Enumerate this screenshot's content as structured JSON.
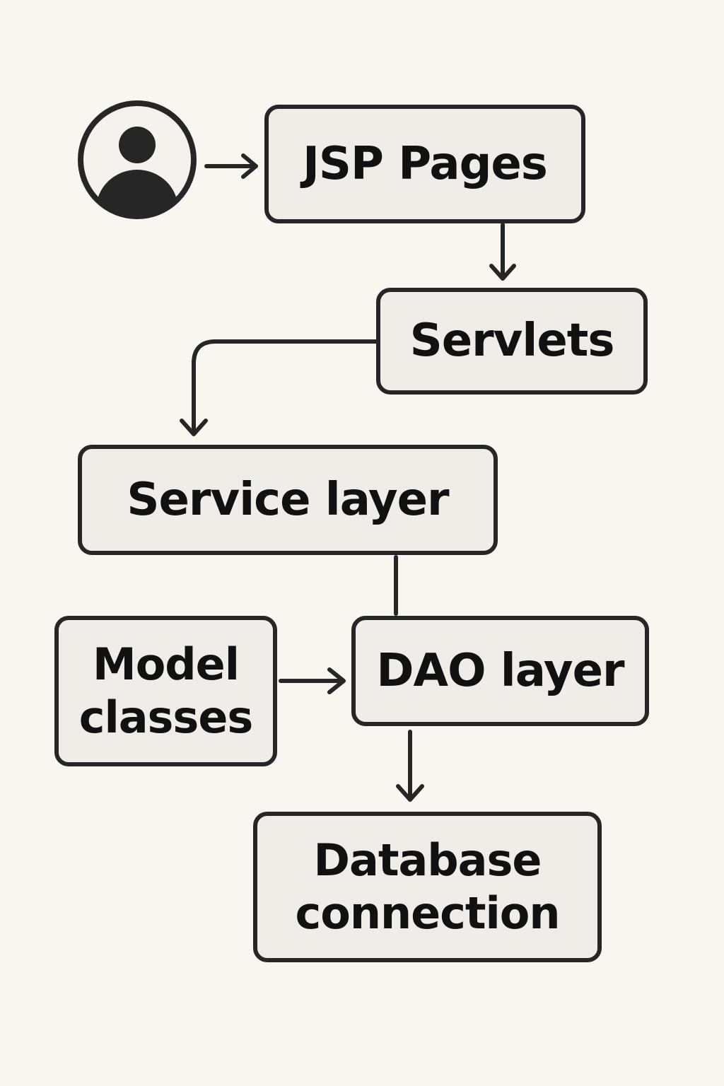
{
  "diagram": {
    "actor": {
      "icon": "user-avatar-icon"
    },
    "nodes": {
      "jsp": {
        "lines": [
          "JSP Pages"
        ]
      },
      "servlets": {
        "lines": [
          "Servlets"
        ]
      },
      "service": {
        "lines": [
          "Service layer"
        ]
      },
      "model": {
        "lines": [
          "Model",
          "classes"
        ]
      },
      "dao": {
        "lines": [
          "DAO layer"
        ]
      },
      "db": {
        "lines": [
          "Database",
          "connection"
        ]
      }
    },
    "edges": [
      {
        "from": "actor",
        "to": "jsp",
        "arrow": true
      },
      {
        "from": "jsp",
        "to": "servlets",
        "arrow": true
      },
      {
        "from": "servlets",
        "to": "service",
        "arrow": true
      },
      {
        "from": "service",
        "to": "dao",
        "arrow": false
      },
      {
        "from": "model",
        "to": "dao",
        "arrow": true
      },
      {
        "from": "dao",
        "to": "db",
        "arrow": true
      }
    ],
    "colors": {
      "background": "#f9f6f0",
      "box_fill": "#eeede7",
      "stroke": "#262626",
      "text": "#111111"
    }
  }
}
